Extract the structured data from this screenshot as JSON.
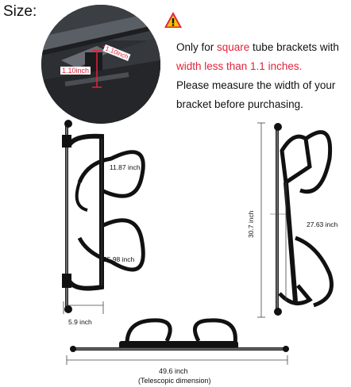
{
  "header": {
    "size_label": "Size:"
  },
  "photo": {
    "measure_vertical": "1.10inch",
    "measure_diagonal": "1.10inch"
  },
  "notice": {
    "line1_prefix": "Only for ",
    "line1_highlight": "square",
    "line1_suffix": " tube brackets with",
    "line2_highlight": "width less than 1.1 inches.",
    "line3": "Please measure the width of your",
    "line4": "bracket before purchasing.",
    "warning_icon": "warning-triangle-icon",
    "accent_color": "#e0233a"
  },
  "dimensions": {
    "inner_upper": "11.87 inch",
    "inner_lower": "25.98 inch",
    "width": "5.9 inch",
    "total_height": "30.7 inch",
    "strap_span": "27.63 inch",
    "telescopic_length": "49.6 inch",
    "telescopic_note": "(Telescopic dimension)"
  }
}
